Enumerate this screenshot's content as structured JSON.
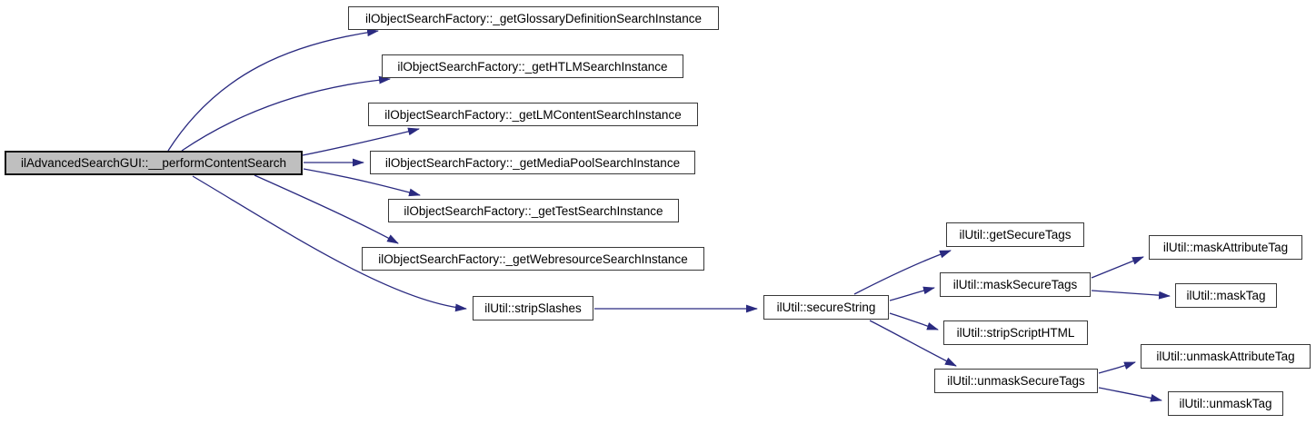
{
  "graph": {
    "type": "call-graph",
    "background_color": "#ffffff",
    "edge_color": "#2a2a80",
    "node_fill": "#ffffff",
    "node_border_color": "#383838",
    "node_text_color": "#000000",
    "highlighted_node_fill": "#bfbfbf",
    "nodes": [
      {
        "id": "performContentSearch",
        "label": "ilAdvancedSearchGUI::__performContentSearch",
        "highlighted": true
      },
      {
        "id": "getGlossaryDefinitionSearchInstance",
        "label": "ilObjectSearchFactory::_getGlossaryDefinitionSearchInstance",
        "highlighted": false
      },
      {
        "id": "getHTLMSearchInstance",
        "label": "ilObjectSearchFactory::_getHTLMSearchInstance",
        "highlighted": false
      },
      {
        "id": "getLMContentSearchInstance",
        "label": "ilObjectSearchFactory::_getLMContentSearchInstance",
        "highlighted": false
      },
      {
        "id": "getMediaPoolSearchInstance",
        "label": "ilObjectSearchFactory::_getMediaPoolSearchInstance",
        "highlighted": false
      },
      {
        "id": "getTestSearchInstance",
        "label": "ilObjectSearchFactory::_getTestSearchInstance",
        "highlighted": false
      },
      {
        "id": "getWebresourceSearchInstance",
        "label": "ilObjectSearchFactory::_getWebresourceSearchInstance",
        "highlighted": false
      },
      {
        "id": "stripSlashes",
        "label": "ilUtil::stripSlashes",
        "highlighted": false
      },
      {
        "id": "secureString",
        "label": "ilUtil::secureString",
        "highlighted": false
      },
      {
        "id": "getSecureTags",
        "label": "ilUtil::getSecureTags",
        "highlighted": false
      },
      {
        "id": "maskSecureTags",
        "label": "ilUtil::maskSecureTags",
        "highlighted": false
      },
      {
        "id": "stripScriptHTML",
        "label": "ilUtil::stripScriptHTML",
        "highlighted": false
      },
      {
        "id": "unmaskSecureTags",
        "label": "ilUtil::unmaskSecureTags",
        "highlighted": false
      },
      {
        "id": "maskAttributeTag",
        "label": "ilUtil::maskAttributeTag",
        "highlighted": false
      },
      {
        "id": "maskTag",
        "label": "ilUtil::maskTag",
        "highlighted": false
      },
      {
        "id": "unmaskAttributeTag",
        "label": "ilUtil::unmaskAttributeTag",
        "highlighted": false
      },
      {
        "id": "unmaskTag",
        "label": "ilUtil::unmaskTag",
        "highlighted": false
      }
    ],
    "edges": [
      {
        "from": "performContentSearch",
        "to": "getGlossaryDefinitionSearchInstance"
      },
      {
        "from": "performContentSearch",
        "to": "getHTLMSearchInstance"
      },
      {
        "from": "performContentSearch",
        "to": "getLMContentSearchInstance"
      },
      {
        "from": "performContentSearch",
        "to": "getMediaPoolSearchInstance"
      },
      {
        "from": "performContentSearch",
        "to": "getTestSearchInstance"
      },
      {
        "from": "performContentSearch",
        "to": "getWebresourceSearchInstance"
      },
      {
        "from": "performContentSearch",
        "to": "stripSlashes"
      },
      {
        "from": "stripSlashes",
        "to": "secureString"
      },
      {
        "from": "secureString",
        "to": "getSecureTags"
      },
      {
        "from": "secureString",
        "to": "maskSecureTags"
      },
      {
        "from": "secureString",
        "to": "stripScriptHTML"
      },
      {
        "from": "secureString",
        "to": "unmaskSecureTags"
      },
      {
        "from": "maskSecureTags",
        "to": "maskAttributeTag"
      },
      {
        "from": "maskSecureTags",
        "to": "maskTag"
      },
      {
        "from": "unmaskSecureTags",
        "to": "unmaskAttributeTag"
      },
      {
        "from": "unmaskSecureTags",
        "to": "unmaskTag"
      }
    ]
  }
}
